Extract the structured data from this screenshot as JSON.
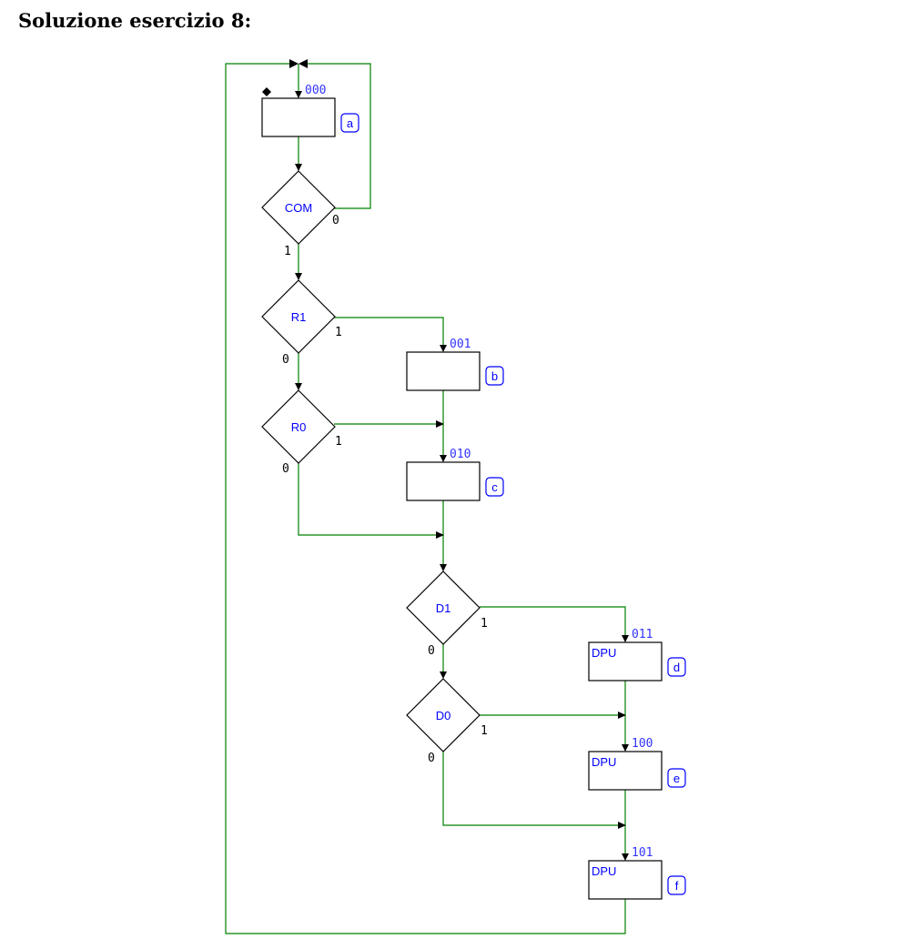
{
  "heading": "Soluzione esercizio 8:",
  "states": [
    {
      "code": "000",
      "tag": "a",
      "output": ""
    },
    {
      "code": "001",
      "tag": "b",
      "output": ""
    },
    {
      "code": "010",
      "tag": "c",
      "output": ""
    },
    {
      "code": "011",
      "tag": "d",
      "output": "DPU"
    },
    {
      "code": "100",
      "tag": "e",
      "output": "DPU"
    },
    {
      "code": "101",
      "tag": "f",
      "output": "DPU"
    }
  ],
  "decisions": [
    {
      "label": "COM",
      "one": "1",
      "zero": "0"
    },
    {
      "label": "R1",
      "one": "1",
      "zero": "0"
    },
    {
      "label": "R0",
      "one": "1",
      "zero": "0"
    },
    {
      "label": "D1",
      "one": "1",
      "zero": "0"
    },
    {
      "label": "D0",
      "one": "1",
      "zero": "0"
    }
  ],
  "colors": {
    "wire": "#008000",
    "label": "#0000ff",
    "shape": "#000000"
  }
}
